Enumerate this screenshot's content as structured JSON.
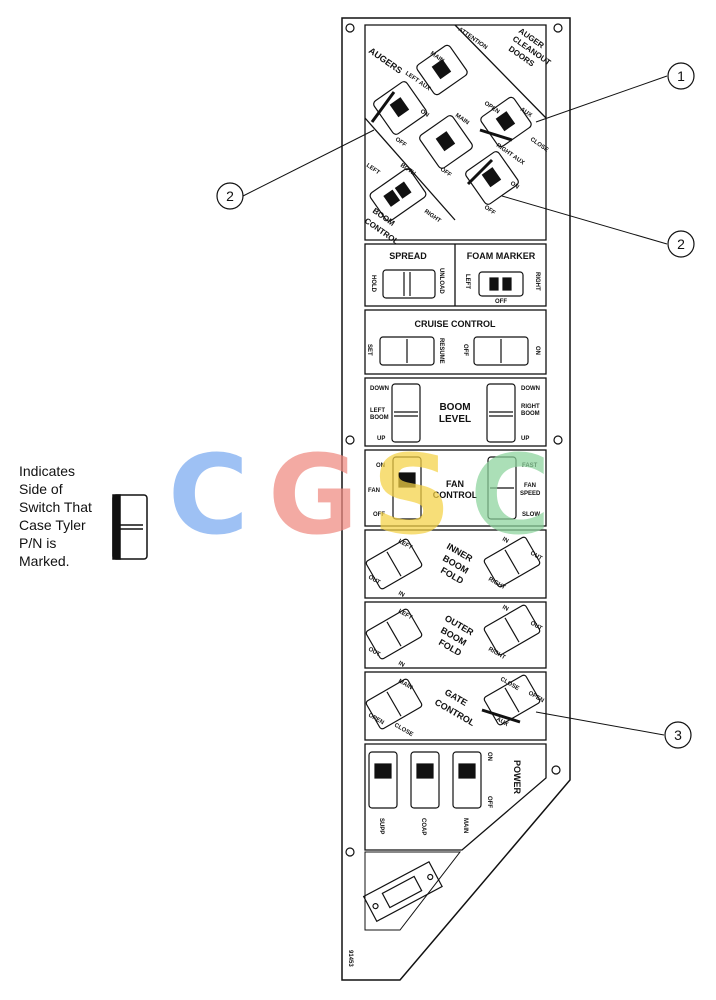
{
  "legend_note": {
    "lines": [
      "Indicates",
      "Side of",
      "Switch That",
      "Case Tyler",
      "P/N is",
      "Marked."
    ]
  },
  "callouts": [
    "1",
    "2",
    "2",
    "3"
  ],
  "watermark": {
    "letters": [
      "C",
      "G",
      "S",
      "C"
    ],
    "colors": [
      "#7aaaf0",
      "#ef8a80",
      "#f5d245",
      "#8cd39c"
    ]
  },
  "augers": {
    "title": "AUGERS",
    "cleanout_title_1": "AUGER",
    "cleanout_title_2": "CLEANOUT",
    "cleanout_title_3": "DOORS",
    "attention": "ATTENTION",
    "main": "MAIN",
    "left_aux": "LEFT AUX",
    "right_aux": "RIGHT AUX",
    "aux": "AUX",
    "on": "ON",
    "off": "OFF",
    "open": "OPEN",
    "close": "CLOSE"
  },
  "boom_control": {
    "title_1": "BOOM",
    "title_2": "CONTROL",
    "left": "LEFT",
    "right": "RIGHT",
    "both": "BOTH"
  },
  "spread": {
    "title": "SPREAD",
    "hold": "HOLD",
    "unload": "UNLOAD"
  },
  "foam_marker": {
    "title": "FOAM MARKER",
    "left": "LEFT",
    "right": "RIGHT",
    "off": "OFF"
  },
  "cruise_control": {
    "title": "CRUISE CONTROL",
    "set": "SET",
    "resume": "RESUME",
    "on": "ON",
    "off": "OFF"
  },
  "boom_level": {
    "title_1": "BOOM",
    "title_2": "LEVEL",
    "left_boom_1": "LEFT",
    "left_boom_2": "BOOM",
    "right_boom_1": "RIGHT",
    "right_boom_2": "BOOM",
    "down": "DOWN",
    "up": "UP"
  },
  "fan_control": {
    "title_1": "FAN",
    "title_2": "CONTROL",
    "on": "ON",
    "fan": "FAN",
    "off": "OFF",
    "fast": "FAST",
    "fan_speed_1": "FAN",
    "fan_speed_2": "SPEED",
    "slow": "SLOW"
  },
  "inner_boom_fold": {
    "title_1": "INNER",
    "title_2": "BOOM",
    "title_3": "FOLD",
    "left": "LEFT",
    "right": "RIGHT",
    "in": "IN",
    "out": "OUT"
  },
  "outer_boom_fold": {
    "title_1": "OUTER",
    "title_2": "BOOM",
    "title_3": "FOLD",
    "left": "LEFT",
    "right": "RIGHT",
    "in": "IN",
    "out": "OUT"
  },
  "gate_control": {
    "title_1": "GATE",
    "title_2": "CONTROL",
    "main": "MAIN",
    "aux": "AUX",
    "open": "OPEN",
    "close": "CLOSE"
  },
  "power": {
    "title": "POWER",
    "on": "ON",
    "off": "OFF",
    "supp": "SUPP",
    "coap": "COAP",
    "main": "MAIN"
  },
  "footer_code": "91453"
}
